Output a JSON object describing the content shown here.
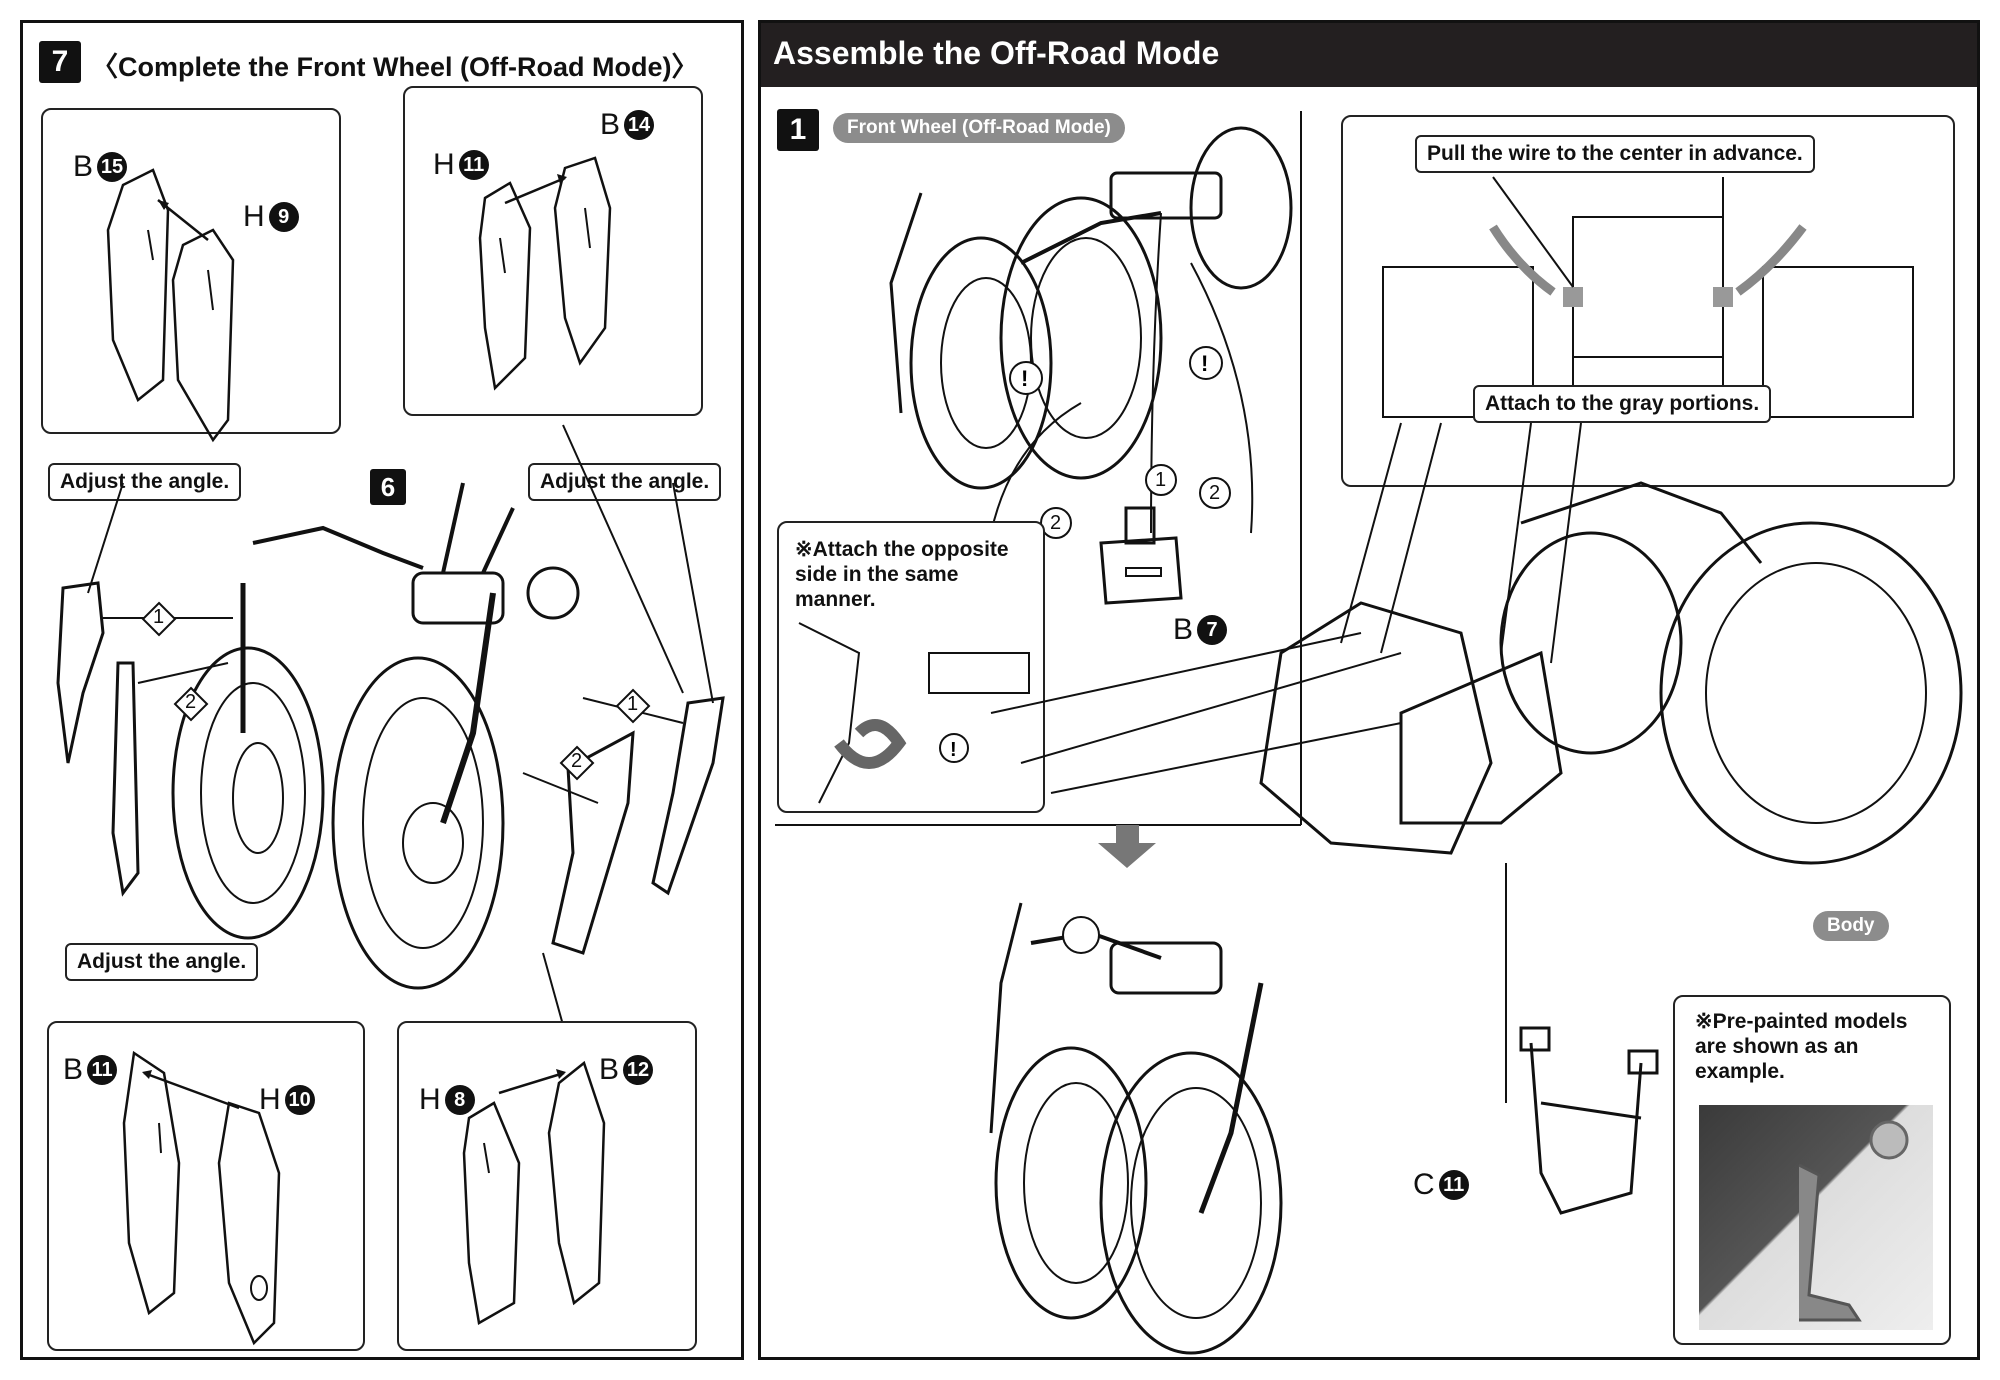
{
  "left_panel": {
    "step_number": "7",
    "title": "〈Complete the Front Wheel (Off-Road Mode)〉",
    "callouts": [
      "Adjust the angle.",
      "Adjust the angle.",
      "Adjust the angle."
    ],
    "prev_step_ref": "6",
    "boxes": [
      {
        "part_a": {
          "letter": "B",
          "num": "15"
        },
        "part_b": {
          "letter": "H",
          "num": "9"
        }
      },
      {
        "part_a": {
          "letter": "H",
          "num": "11"
        },
        "part_b": {
          "letter": "B",
          "num": "14"
        }
      },
      {
        "part_a": {
          "letter": "B",
          "num": "11"
        },
        "part_b": {
          "letter": "H",
          "num": "10"
        }
      },
      {
        "part_a": {
          "letter": "H",
          "num": "8"
        },
        "part_b": {
          "letter": "B",
          "num": "12"
        }
      }
    ],
    "markers": [
      "1",
      "2",
      "1",
      "2"
    ]
  },
  "right_panel": {
    "title": "Assemble the Off-Road Mode",
    "step_number": "1",
    "subtitle_pill": "Front Wheel (Off-Road Mode)",
    "note_opposite": "※Attach the opposite side in the same manner.",
    "markers": [
      "1",
      "2",
      "2"
    ],
    "part_b7": {
      "letter": "B",
      "num": "7"
    },
    "wire_callout": "Pull the wire to the center in advance.",
    "gray_callout": "Attach to the gray portions.",
    "body_pill": "Body",
    "part_c11": {
      "letter": "C",
      "num": "11"
    },
    "prepainted_note": "※Pre-painted models are shown as an example."
  },
  "colors": {
    "black": "#111111",
    "gray_pill": "#8c8c8c",
    "header_bg": "#231f20"
  }
}
